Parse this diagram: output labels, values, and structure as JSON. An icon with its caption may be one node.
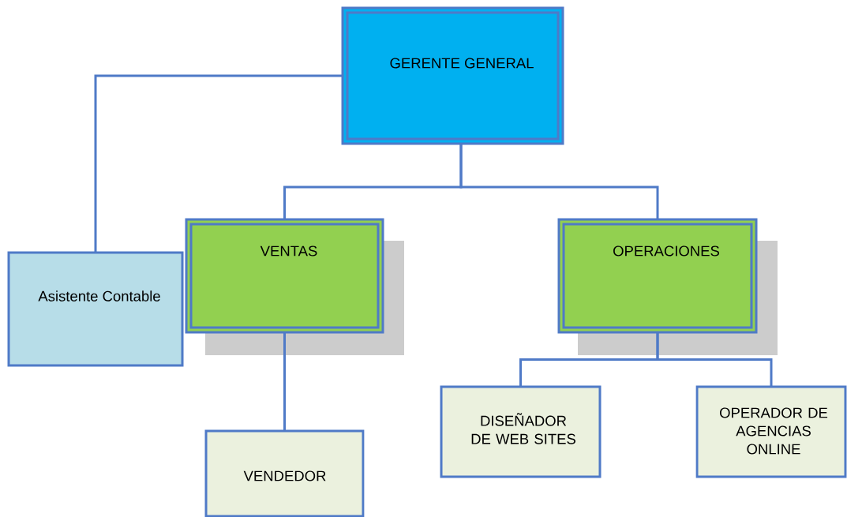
{
  "diagram": {
    "nodes": [
      {
        "text": [
          "GERENTE GENERAL"
        ]
      },
      {
        "text": [
          "Asistente Contable"
        ]
      },
      {
        "text": [
          "VENTAS"
        ]
      },
      {
        "text": [
          "OPERACIONES"
        ]
      },
      {
        "text": [
          "VENDEDOR"
        ]
      },
      {
        "text": [
          "DISEÑADOR DE WEB SITES"
        ]
      },
      {
        "text": [
          "OPERADOR DE AGENCIAS ONLINE"
        ]
      }
    ],
    "edges": [
      {
        "from": 0,
        "to": 1,
        "arrow": "none"
      },
      {
        "from": 0,
        "to": 2,
        "arrow": "none"
      },
      {
        "from": 0,
        "to": 3,
        "arrow": "none"
      },
      {
        "from": 2,
        "to": 4,
        "arrow": "none"
      },
      {
        "from": 3,
        "to": 5,
        "arrow": "none"
      },
      {
        "from": 3,
        "to": 6,
        "arrow": "none"
      }
    ]
  }
}
